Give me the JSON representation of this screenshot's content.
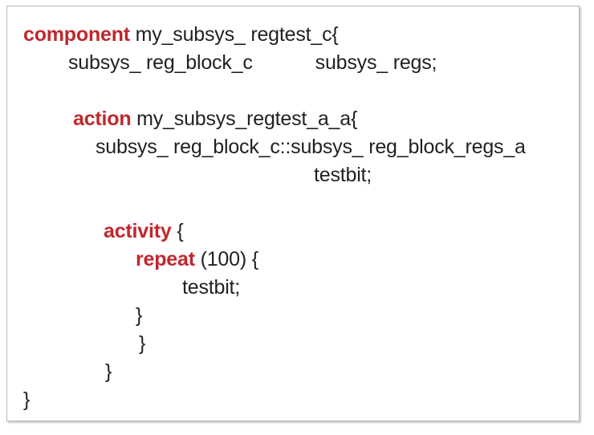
{
  "document": {
    "kind": "code-listing",
    "language": "PSS",
    "keyword_color": "#c0272d",
    "text_color": "#231f20",
    "background_color": "#ffffff",
    "border_color": "#b9b9b9"
  },
  "code": {
    "line1": {
      "keyword": "component",
      "name": "my_subsys_ regtest_c",
      "brace": "{"
    },
    "line2": {
      "type": "subsys_ reg_block_c",
      "name": "subsys_ regs;"
    },
    "line3": {
      "keyword": "action",
      "name": "my_subsys_regtest_a_a",
      "brace": "{"
    },
    "line4": {
      "type": "subsys_ reg_block_c::subsys_ reg_block_regs_a"
    },
    "line5": {
      "name": "testbit;"
    },
    "line6": {
      "keyword": "activity",
      "brace": "{"
    },
    "line7": {
      "keyword": "repeat",
      "args": "(100)",
      "brace": "{"
    },
    "line8": {
      "name": "testbit;"
    },
    "line9": {
      "brace": "}"
    },
    "line10": {
      "brace": "}"
    },
    "line11": {
      "brace": "}"
    },
    "line12": {
      "brace": "}"
    }
  }
}
